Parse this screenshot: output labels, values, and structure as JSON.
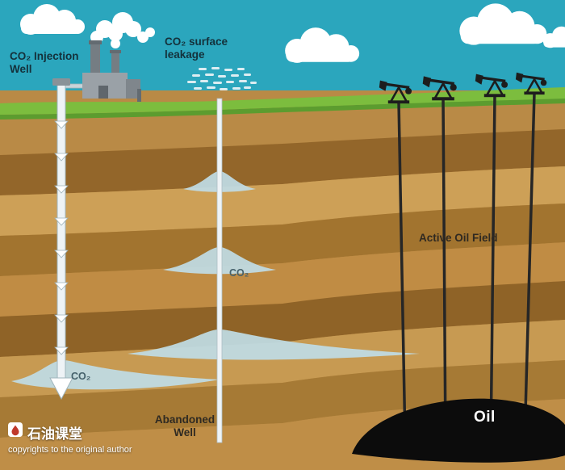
{
  "diagram": {
    "labels": {
      "injection_well": {
        "line1": "CO₂ Injection",
        "line2": "Well"
      },
      "surface_leakage": {
        "line1": "CO₂ surface",
        "line2": "leakage"
      },
      "active_oil_field": "Active Oil Field",
      "co2_plume_mid": "CO₂",
      "co2_plume_bottom": "CO₂",
      "oil_reservoir": "Oil",
      "abandoned_well": {
        "line1": "Abandoned",
        "line2": "Well"
      }
    }
  },
  "watermark": {
    "brand": "石油课堂",
    "copyright": "copyrights to the original author"
  },
  "colors": {
    "sky": "#2ba6bd",
    "cloud": "#ffffff",
    "grass": "#7cbd3e",
    "grass_shade": "#5c9c2f",
    "plume": "#bfdbe4",
    "leak_dash": "#dcedf2",
    "pipe": "#eef3f6",
    "pipe_stroke": "#9fb4bc",
    "silhouette": "#1d1d1d",
    "oil": "#0c0c0c",
    "earth_bands": [
      "#b98a46",
      "#93662a",
      "#cda057",
      "#a2742f",
      "#c08c44",
      "#8f6327",
      "#c79a52",
      "#a67a35",
      "#bf8e47"
    ]
  }
}
